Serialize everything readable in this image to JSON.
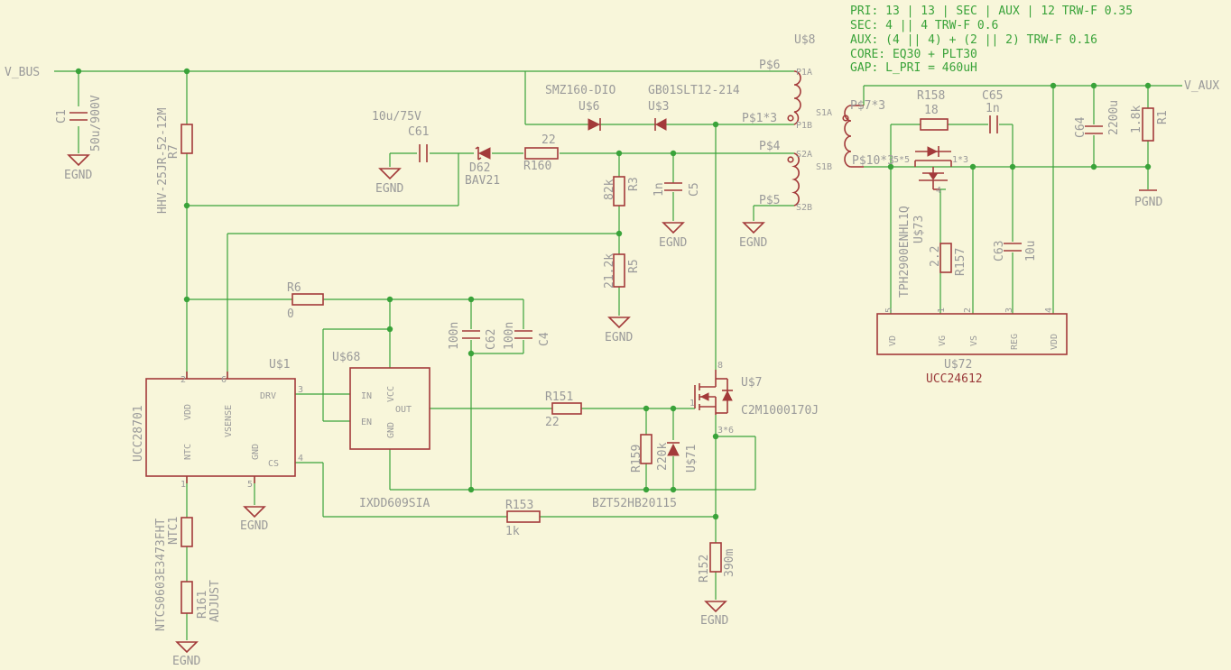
{
  "notes": [
    "PRI: 13 | 13 | SEC | AUX | 12  TRW-F 0.35",
    "SEC: 4 || 4  TRW-F 0.6",
    "AUX: (4 || 4) + (2 || 2)  TRW-F 0.16",
    "CORE: EQ30 + PLT30",
    "GAP: L_PRI = 460uH"
  ],
  "nets": {
    "vbus": "V_BUS",
    "vaux": "V_AUX",
    "egnd": "EGND",
    "pgnd": "PGND"
  },
  "parts": {
    "c1": {
      "name": "C1",
      "value": "50u/900V"
    },
    "r7": {
      "name": "R7",
      "value": "HHV-25JR-52-12M"
    },
    "c61": {
      "name": "C61",
      "value": "10u/75V"
    },
    "d62": {
      "name": "D62",
      "value": "BAV21"
    },
    "r160": {
      "name": "R160",
      "value": "22"
    },
    "u6": {
      "name": "U$6",
      "value": "SMZ160-DIO"
    },
    "u3": {
      "name": "U$3",
      "value": "GB01SLT12-214"
    },
    "r3": {
      "name": "R3",
      "value": "82k"
    },
    "c5": {
      "name": "C5",
      "value": "1n"
    },
    "r5": {
      "name": "R5",
      "value": "21.2k"
    },
    "r6": {
      "name": "R6",
      "value": "0"
    },
    "c62": {
      "name": "C62",
      "value": "100n"
    },
    "c4": {
      "name": "C4",
      "value": "100n"
    },
    "u1": {
      "name": "U$1",
      "value": "UCC28701"
    },
    "u68": {
      "name": "U$68",
      "value": "IXDD609SIA"
    },
    "r151": {
      "name": "R151",
      "value": "22"
    },
    "r159": {
      "name": "R159",
      "value": "220k"
    },
    "u71": {
      "name": "U$71",
      "value": "BZT52HB20115"
    },
    "u7": {
      "name": "U$7",
      "value": "C2M1000170J"
    },
    "r153": {
      "name": "R153",
      "value": "1k"
    },
    "r152": {
      "name": "R152",
      "value": "390m"
    },
    "ntc1": {
      "name": "NTC1",
      "value": "NTCS0603E3473FHT"
    },
    "r161": {
      "name": "R161",
      "value": "ADJUST"
    },
    "u8": {
      "name": "U$8"
    },
    "r158": {
      "name": "R158",
      "value": "18"
    },
    "c65": {
      "name": "C65",
      "value": "1n"
    },
    "c64": {
      "name": "C64",
      "value": "2200u"
    },
    "r1": {
      "name": "R1",
      "value": "1.8k"
    },
    "u73": {
      "name": "U$73",
      "value": "TPH2900ENHL1Q"
    },
    "r157": {
      "name": "R157",
      "value": "2.2"
    },
    "c63": {
      "name": "C63",
      "value": "10u"
    },
    "u72": {
      "name": "U$72",
      "value": "UCC24612"
    }
  },
  "pins": {
    "u1": {
      "vdd": "VDD",
      "vsense": "VSENSE",
      "drv": "DRV",
      "ntc": "NTC",
      "gnd": "GND",
      "cs": "CS",
      "n2": "2",
      "n6": "6",
      "n3": "3",
      "n1": "1",
      "n5": "5",
      "n4": "4"
    },
    "u68": {
      "in": "IN",
      "en": "EN",
      "vcc": "VCC",
      "out": "OUT",
      "gnd": "GND"
    },
    "u72": {
      "vd": "VD",
      "vg": "VG",
      "vs": "VS",
      "reg": "REG",
      "vdd": "VDD",
      "n5": "5",
      "n1": "1",
      "n2": "2",
      "n3": "3",
      "n4": "4"
    },
    "u7": {
      "n8": "8",
      "n1": "1",
      "n3": "3*6"
    },
    "u73": {
      "n5": "5*5",
      "n1": "1*3",
      "n4": "4"
    },
    "u8": {
      "p6": "P$6",
      "p1": "P$1*3",
      "p4": "P$4",
      "p5": "P$5",
      "p7": "P$7*3",
      "p10": "P$10*3",
      "p1a": "P1A",
      "p1b": "P1B",
      "s2a": "S2A",
      "s2b": "S2B",
      "s1a": "S1A",
      "s1b": "S1B"
    }
  }
}
